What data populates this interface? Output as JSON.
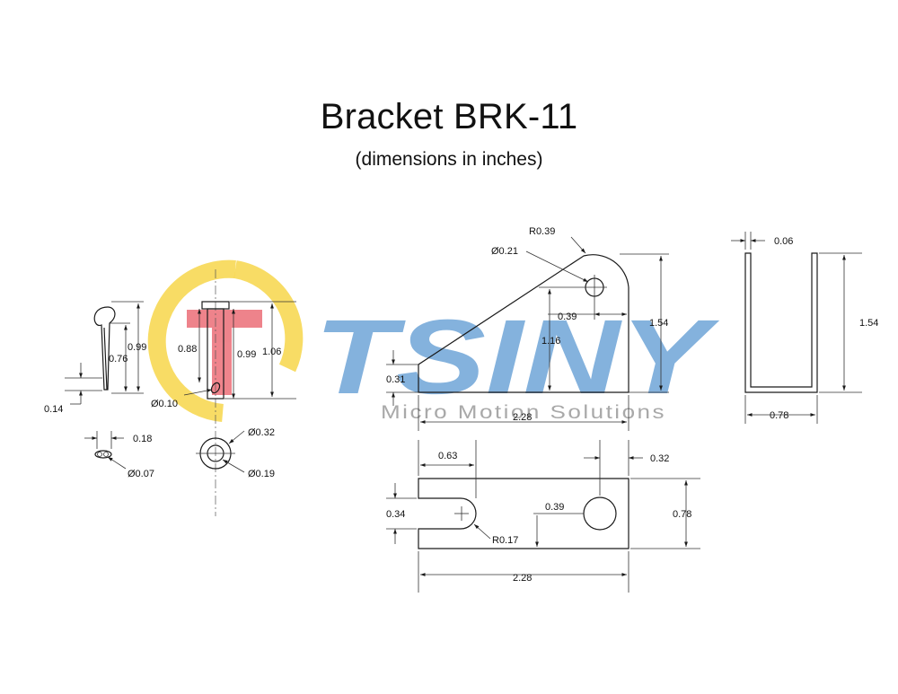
{
  "header": {
    "title": "Bracket BRK-11",
    "subtitle": "(dimensions in inches)"
  },
  "watermark": {
    "brand": "TSINY",
    "tagline": "Micro Motion Solutions",
    "colors": {
      "brand_blue": "#6fa5d8",
      "ring_yellow": "#f7d64a",
      "mark_red": "#e8505b",
      "tagline_gray": "#a9a9a9"
    }
  },
  "cotter_pin": {
    "height": "0.99",
    "leg": "0.76",
    "eye": "0.14",
    "width": "0.18",
    "wire_dia": "Ø0.07"
  },
  "clevis_pin": {
    "shank": "0.88",
    "shank_total": "0.99",
    "overall": "1.06",
    "hole_dia": "Ø0.10",
    "head_dia": "Ø0.32",
    "pin_dia": "Ø0.19"
  },
  "bracket_side": {
    "radius": "R0.39",
    "hole_dia": "Ø0.21",
    "hole_offset": "0.39",
    "height": "1.54",
    "hole_height": "1.16",
    "base_height": "0.31",
    "length": "2.28"
  },
  "bracket_end": {
    "thickness": "0.06",
    "height": "1.54",
    "width": "0.78"
  },
  "bracket_bottom": {
    "slot_depth": "0.63",
    "edge_offset": "0.32",
    "slot_width": "0.34",
    "hole_dia": "0.39",
    "width": "0.78",
    "slot_radius": "R0.17",
    "length": "2.28"
  }
}
